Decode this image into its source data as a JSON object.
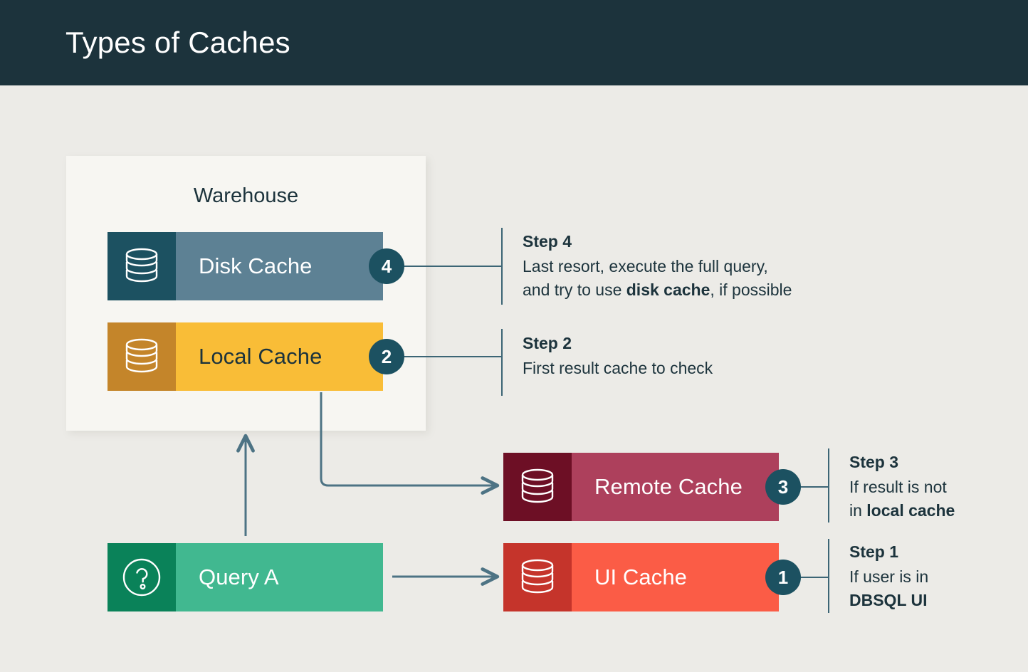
{
  "header": {
    "title": "Types of Caches",
    "background": "#1c333c",
    "text_color": "#ffffff"
  },
  "page": {
    "background": "#ecebe7",
    "accent": "#1c5161",
    "connector_color": "#3c6575"
  },
  "warehouse": {
    "label": "Warehouse",
    "panel_color": "#f7f6f2"
  },
  "nodes": {
    "disk_cache": {
      "label": "Disk Cache",
      "icon": "database-icon",
      "badge": "4",
      "icon_color": "#1c5161",
      "body_color": "#5d8194",
      "text_color": "#ffffff"
    },
    "local_cache": {
      "label": "Local Cache",
      "icon": "database-icon",
      "badge": "2",
      "icon_color": "#c4852a",
      "body_color": "#f9bd37",
      "text_color": "#1c333c"
    },
    "remote_cache": {
      "label": "Remote Cache",
      "icon": "database-icon",
      "badge": "3",
      "icon_color": "#6d0f25",
      "body_color": "#ad405c",
      "text_color": "#ffffff"
    },
    "ui_cache": {
      "label": "UI Cache",
      "icon": "database-icon",
      "badge": "1",
      "icon_color": "#c5342b",
      "body_color": "#fb5c46",
      "text_color": "#ffffff"
    },
    "query": {
      "label": "Query A",
      "icon": "question-mark-circle-icon",
      "icon_color": "#0a8259",
      "body_color": "#41b890",
      "text_color": "#ffffff"
    }
  },
  "steps": [
    {
      "id": "step-1",
      "title": "Step 1",
      "desc_html": "If user is in<br><b>DBSQL UI</b>",
      "target": "ui_cache"
    },
    {
      "id": "step-2",
      "title": "Step 2",
      "desc_html": "First result cache to check",
      "target": "local_cache"
    },
    {
      "id": "step-3",
      "title": "Step 3",
      "desc_html": "If result is not<br>in <b>local cache</b>",
      "target": "remote_cache"
    },
    {
      "id": "step-4",
      "title": "Step 4",
      "desc_html": "Last resort, execute the full query,<br>and try to use <b>disk cache</b>, if possible",
      "target": "disk_cache"
    }
  ],
  "flows": [
    {
      "from": "query",
      "to": "ui_cache",
      "style": "straight-right-arrow"
    },
    {
      "from": "query",
      "to": "warehouse",
      "style": "straight-up-arrow"
    },
    {
      "from": "local_cache",
      "to": "remote_cache",
      "style": "elbow-down-right-arrow"
    }
  ]
}
